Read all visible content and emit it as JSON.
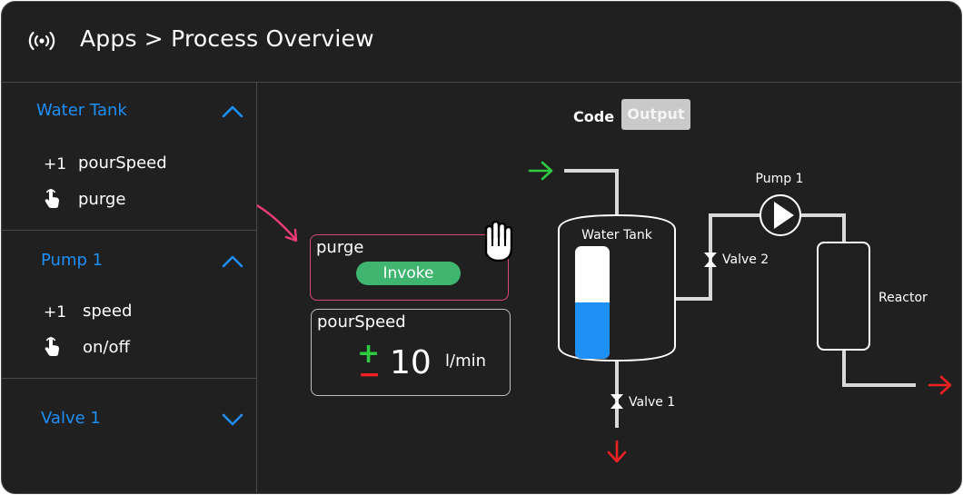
{
  "header": {
    "title": "Apps > Process Overview",
    "icon": "broadcast-icon"
  },
  "sidebar": {
    "sections": [
      {
        "title": "Water Tank",
        "expanded": true,
        "items": [
          {
            "prefix": "+1",
            "label": "pourSpeed",
            "kind": "value"
          },
          {
            "icon": "tap-icon",
            "label": "purge",
            "kind": "action"
          }
        ]
      },
      {
        "title": "Pump 1",
        "expanded": true,
        "items": [
          {
            "prefix": "+1",
            "label": "speed",
            "kind": "value"
          },
          {
            "icon": "tap-icon",
            "label": "on/off",
            "kind": "action"
          }
        ]
      },
      {
        "title": "Valve 1",
        "expanded": false,
        "items": []
      }
    ]
  },
  "toolbar": {
    "code_label": "Code",
    "output_label": "Output"
  },
  "cards": {
    "purge": {
      "title": "purge",
      "button_label": "Invoke"
    },
    "pourSpeed": {
      "title": "pourSpeed",
      "plus_label": "+",
      "minus_label": "−",
      "value": "10",
      "unit": "l/min"
    }
  },
  "diagram": {
    "tank_label": "Water Tank",
    "tank_level": 0.5,
    "pump_label": "Pump 1",
    "valve1_label": "Valve 1",
    "valve2_label": "Valve 2",
    "reactor_label": "Reactor"
  },
  "colors": {
    "accent": "#1e8ff5",
    "tank_fill": "#1e8ff5",
    "invoke": "#3fb56f",
    "inflow_arrow": "#2ecc40",
    "outflow_arrow": "#ee2222",
    "drag_arrow": "#ee3c7a"
  }
}
